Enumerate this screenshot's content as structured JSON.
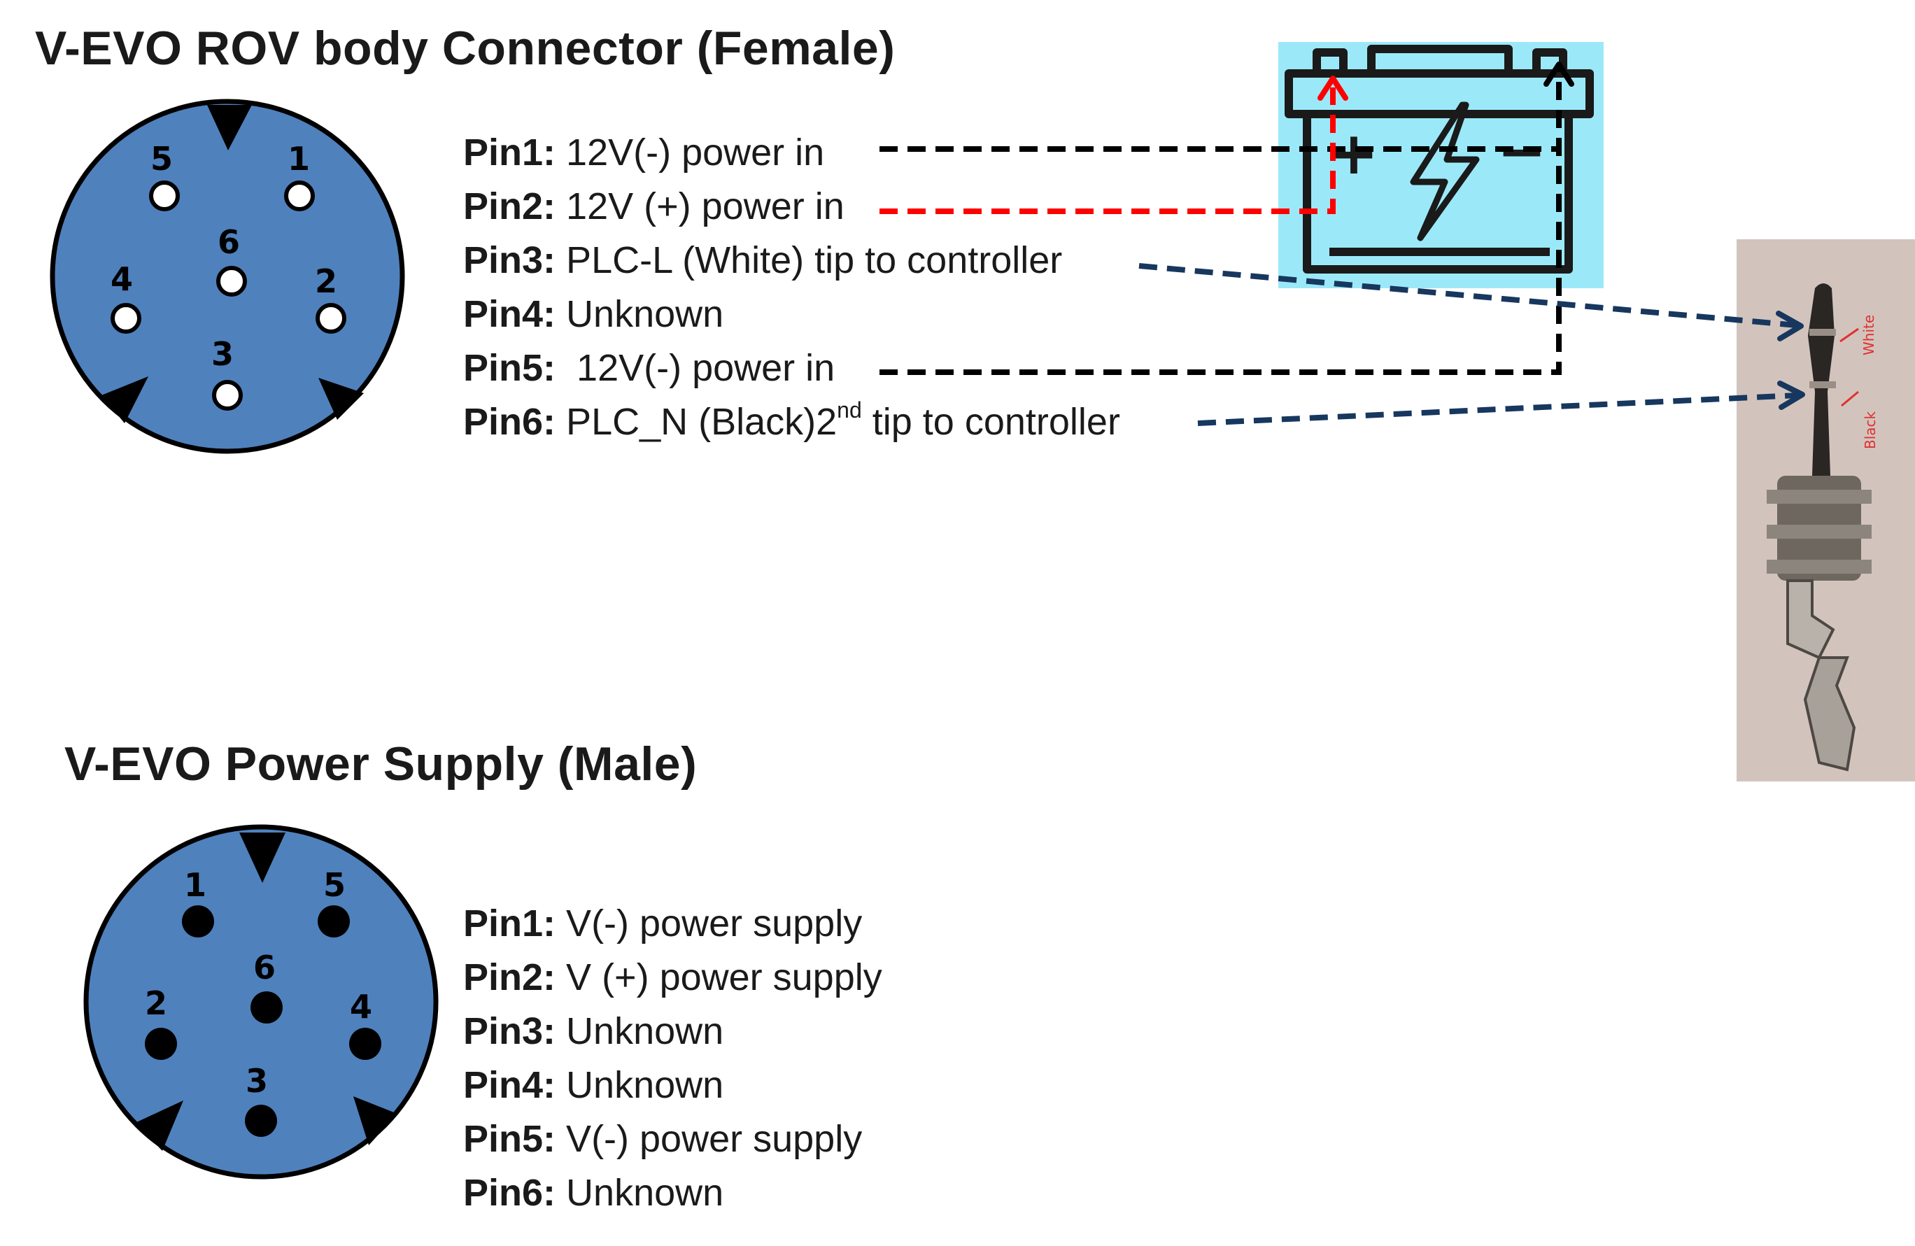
{
  "female": {
    "title": "V-EVO ROV body Connector (Female)",
    "pin_numbers": [
      "1",
      "2",
      "3",
      "4",
      "5",
      "6"
    ],
    "pins": [
      {
        "label": "Pin1:",
        "desc": "12V(-) power in",
        "sup": "",
        "desc_after": ""
      },
      {
        "label": "Pin2:",
        "desc": "12V (+) power in",
        "sup": "",
        "desc_after": ""
      },
      {
        "label": "Pin3:",
        "desc": "PLC-L (White) tip to controller",
        "sup": "",
        "desc_after": ""
      },
      {
        "label": "Pin4:",
        "desc": "Unknown",
        "sup": "",
        "desc_after": ""
      },
      {
        "label": "Pin5:",
        "desc": " 12V(-) power in",
        "sup": "",
        "desc_after": ""
      },
      {
        "label": "Pin6:",
        "desc": "PLC_N (Black)2",
        "sup": "nd",
        "desc_after": " tip to controller"
      }
    ]
  },
  "male": {
    "title": "V-EVO Power Supply (Male)",
    "pin_numbers": [
      "1",
      "2",
      "3",
      "4",
      "5",
      "6"
    ],
    "pins": [
      {
        "label": "Pin1:",
        "desc": "V(-) power supply"
      },
      {
        "label": "Pin2:",
        "desc": "V (+) power supply"
      },
      {
        "label": "Pin3:",
        "desc": "Unknown"
      },
      {
        "label": "Pin4:",
        "desc": "Unknown"
      },
      {
        "label": "Pin5:",
        "desc": "V(-) power supply"
      },
      {
        "label": "Pin6:",
        "desc": "Unknown"
      }
    ]
  },
  "battery": {
    "plus": "+",
    "minus": "−",
    "icon": "battery-icon"
  },
  "jack_photo": {
    "labels": [
      "White",
      "Black"
    ]
  },
  "colors": {
    "connector_fill": "#4f81bd",
    "battery_bg": "#9be9f8",
    "wire_negative": "#000000",
    "wire_positive": "#ff0000",
    "wire_signal": "#17375e",
    "photo_label": "#e03030"
  }
}
